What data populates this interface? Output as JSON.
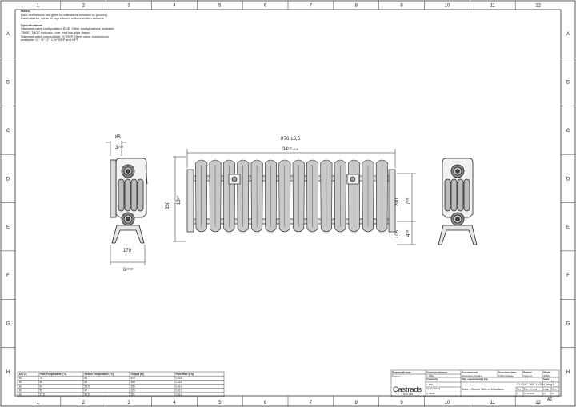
{
  "border": {
    "columns": [
      "1",
      "2",
      "3",
      "4",
      "5",
      "6",
      "7",
      "8",
      "9",
      "10",
      "11",
      "12"
    ],
    "rows": [
      "A",
      "B",
      "C",
      "D",
      "E",
      "F",
      "G",
      "H"
    ]
  },
  "notes": {
    "notes_heading": "Notes",
    "notes_line1": "Dual dimensions are given in millimetres followed by [inches].",
    "notes_line2": "Castrads Ltd, not to be reproduced without written consent",
    "spec_heading": "Specifications",
    "spec_line1": "Standard valve configuration: BOE. Other configurations available.",
    "spec_line2": "TBOE, TBOE hydronic, one- end two-pipe drawn.",
    "spec_line3": "Standard valve connections: ½\" BSP. Other valve connections",
    "spec_line4": "available: ¾\", ½\", 1\", 1-½\" BSP and NPT"
  },
  "dimensions": {
    "depth_mm": "85",
    "depth_in_whole": "3",
    "depth_in_frac": "5/16",
    "length_mm": "876",
    "length_tol_mm": "±3,5",
    "length_in_whole": "34",
    "length_in_frac": "1/2",
    "length_tol_in": "±1/8",
    "height_mm": "350",
    "height_in_whole": "13",
    "height_in_frac": "3/4",
    "centres_mm": "200",
    "centres_in_whole": "7",
    "centres_in_frac": "7/8",
    "floor_mm": "105",
    "floor_in_whole": "4",
    "floor_in_frac": "1/8",
    "foot_mm": "170",
    "foot_in_whole": "6",
    "foot_in_frac": "11/16"
  },
  "output_table": {
    "headers": [
      "ΔT(°C)",
      "Flow Temperature (°C)",
      "Return Temperature (°C)",
      "Output (W)",
      "Flow Rate (L/s)"
    ],
    "rows": [
      [
        "50",
        "75",
        "65",
        "615",
        "0,015"
      ],
      [
        "40",
        "65",
        "55",
        "466",
        "0,014"
      ],
      [
        "30",
        "60",
        "53,5",
        "336",
        "0,013"
      ],
      [
        "30",
        "55",
        "47",
        "326",
        "0,013"
      ],
      [
        "20",
        "47,5",
        "42,5",
        "201",
        "0,013"
      ]
    ]
  },
  "title_block": {
    "responsible_dept_label": "Responsible dept.",
    "responsible_dept": "Product",
    "technical_ref_label": "Technical reference",
    "technical_ref": "J. Pillay",
    "created_by_label": "Created by",
    "created_by": "J. Pillay",
    "approved_by_label": "Approved by",
    "approved_by": "N. Bouhi",
    "doc_type_label": "Document type",
    "doc_type": "Dimensions Drawing",
    "doc_status_label": "Document status",
    "doc_status": "Public Release",
    "material_label": "Material",
    "material": "Cast Iron",
    "weight_label": "Weight",
    "weight": "46.8KG",
    "scale_label": "Scale",
    "scale": "1:5",
    "title_label": "Title, supplementary title",
    "title": "Grace II Column 360mm, 14 sections.",
    "doc_number": "CI-GAC-360-14-EN_dwg1",
    "rev_label": "Rev.",
    "rev": "A",
    "date_label": "Date of issue",
    "date": "11.12.2023",
    "lang_label": "Lang.",
    "lang": "en",
    "sheet_label": "Sheet",
    "sheet": "1/1",
    "sheet_size": "A2",
    "brand": "Castrads",
    "brand_sub": "Since 1999"
  }
}
